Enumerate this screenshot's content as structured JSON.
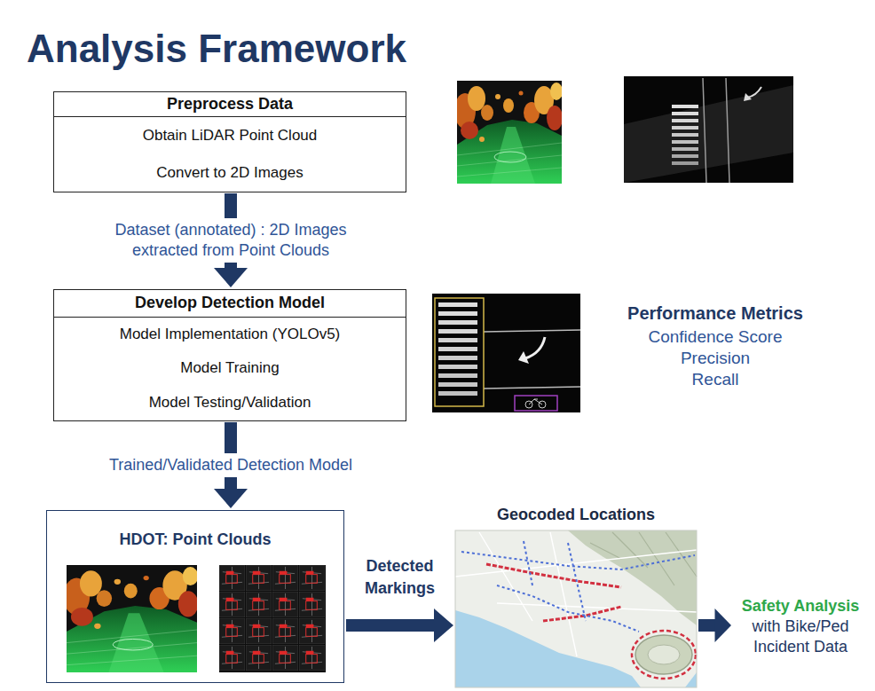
{
  "diagram": {
    "title": "Analysis Framework",
    "nodes": [
      {
        "text": [
          "Preprocess Data",
          "Obtain LiDAR Point Cloud",
          "Convert to 2D Images"
        ]
      },
      {
        "text": [
          "Develop Detection Model",
          "Model Implementation (YOLOv5)",
          "Model Training",
          "Model Testing/Validation"
        ]
      },
      {
        "text": [
          "HDOT: Point Clouds"
        ]
      },
      {
        "text": [
          "Geocoded Locations"
        ]
      },
      {
        "text": [
          "Safety Analysis",
          "with Bike/Ped Incident Data"
        ]
      }
    ],
    "edges": [
      {
        "from": 0,
        "to": 1,
        "arrow": "to",
        "label": "Dataset (annotated) : 2D Images extracted from Point Clouds"
      },
      {
        "from": 1,
        "to": 2,
        "arrow": "to",
        "label": "Trained/Validated Detection Model"
      },
      {
        "from": 2,
        "to": 3,
        "arrow": "to",
        "label": "Detected Markings"
      },
      {
        "from": 3,
        "to": 4,
        "arrow": "to"
      }
    ],
    "labels": [
      "Performance Metrics",
      "Confidence Score",
      "Precision",
      "Recall"
    ]
  }
}
